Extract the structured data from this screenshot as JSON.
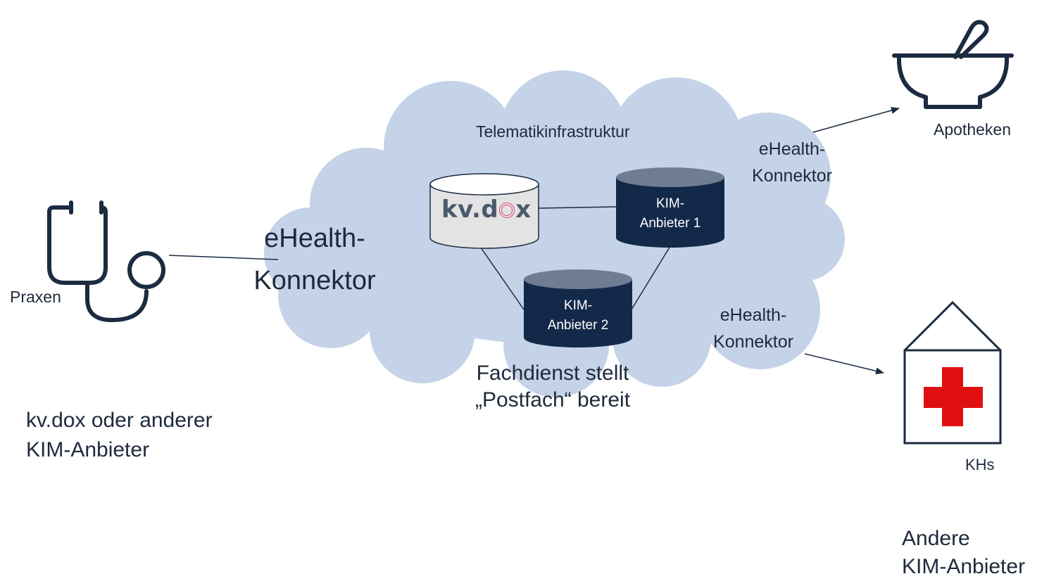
{
  "cloud": {
    "title": "Telematikinfrastruktur",
    "caption": [
      "Fachdienst stellt",
      "„Postfach“ bereit"
    ]
  },
  "databases": {
    "kvdox": {
      "logo_text": [
        "kv.d",
        "x"
      ]
    },
    "kim1": {
      "label": [
        "KIM-",
        "Anbieter 1"
      ]
    },
    "kim2": {
      "label": [
        "KIM-",
        "Anbieter 2"
      ]
    }
  },
  "connectors": {
    "praxen": [
      "eHealth-",
      "Konnektor"
    ],
    "apotheken": [
      "eHealth-",
      "Konnektor"
    ],
    "khs": [
      "eHealth-",
      "Konnektor"
    ]
  },
  "nodes": {
    "praxen": {
      "label": "Praxen",
      "icon": "stethoscope-icon"
    },
    "apotheken": {
      "label": "Apotheken",
      "icon": "mortar-pestle-icon"
    },
    "khs": {
      "label": "KHs",
      "icon": "hospital-icon"
    }
  },
  "notes": {
    "left": [
      "kv.dox oder anderer",
      "KIM-Anbieter"
    ],
    "right": [
      "Andere",
      "KIM-Anbieter"
    ]
  },
  "colors": {
    "cloud": "#c4d3e7",
    "db_dark": "#13294a",
    "db_dark_top": "#6f7d92",
    "db_light": "#e3e3e3",
    "icon_stroke": "#1b2b40",
    "red_cross": "#e01010",
    "logo_pink": "#e0457b"
  }
}
